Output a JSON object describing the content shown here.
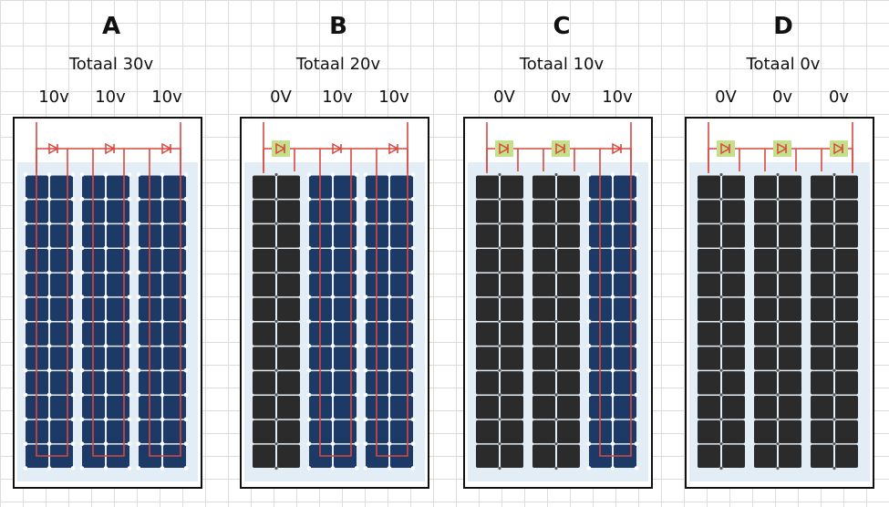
{
  "panels": [
    {
      "letter": "A",
      "total": "Totaal 30v",
      "strings": [
        {
          "label": "10v",
          "active": true
        },
        {
          "label": "10v",
          "active": true
        },
        {
          "label": "10v",
          "active": true
        }
      ]
    },
    {
      "letter": "B",
      "total": "Totaal 20v",
      "strings": [
        {
          "label": "0V",
          "active": false
        },
        {
          "label": "10v",
          "active": true
        },
        {
          "label": "10v",
          "active": true
        }
      ]
    },
    {
      "letter": "C",
      "total": "Totaal 10v",
      "strings": [
        {
          "label": "0V",
          "active": false
        },
        {
          "label": "0v",
          "active": false
        },
        {
          "label": "10v",
          "active": true
        }
      ]
    },
    {
      "letter": "D",
      "total": "Totaal 0v",
      "strings": [
        {
          "label": "0V",
          "active": false
        },
        {
          "label": "0v",
          "active": false
        },
        {
          "label": "0v",
          "active": false
        }
      ]
    }
  ],
  "colors": {
    "wire": "#d9473f",
    "cell_active": "#1d3a66",
    "cell_shaded": "#2b2b2b",
    "bypass_highlight": "#c6df8a",
    "panel_surround": "#e3edf5"
  },
  "icons": {
    "diode": "diode-symbol-icon",
    "cell_node": "cell-node-dot-icon"
  }
}
